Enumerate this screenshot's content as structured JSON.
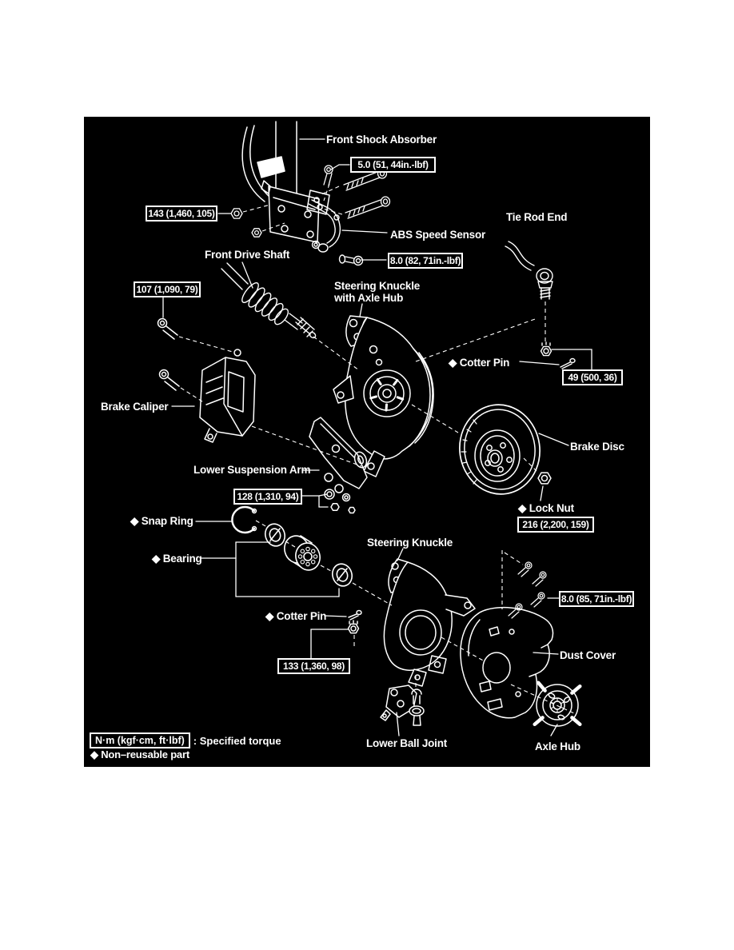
{
  "colors": {
    "canvas_bg": "#000000",
    "ink": "#ffffff",
    "page_bg": "#ffffff"
  },
  "labels": {
    "front_shock_absorber": "Front Shock Absorber",
    "abs_speed_sensor": "ABS Speed Sensor",
    "tie_rod_end": "Tie Rod End",
    "front_drive_shaft": "Front Drive Shaft",
    "steering_knuckle_hub_line1": "Steering Knuckle",
    "steering_knuckle_hub_line2": "with Axle Hub",
    "cotter_pin_upper": "◆ Cotter Pin",
    "brake_caliper": "Brake Caliper",
    "brake_disc": "Brake Disc",
    "lower_suspension_arm": "Lower Suspension Arm",
    "lock_nut": "◆ Lock Nut",
    "snap_ring": "◆ Snap Ring",
    "bearing": "◆ Bearing",
    "steering_knuckle_lower": "Steering Knuckle",
    "cotter_pin_lower": "◆ Cotter Pin",
    "dust_cover": "Dust Cover",
    "lower_ball_joint": "Lower Ball Joint",
    "axle_hub": "Axle Hub"
  },
  "torques": {
    "shock_bracket_bolt": "5.0 (51, 44in.-lbf)",
    "strut_pinch_bolt": "143 (1,460, 105)",
    "abs_sensor_bolt": "8.0 (82, 71in.-lbf)",
    "caliper_bolt": "107 (1,090, 79)",
    "tie_rod_nut": "49 (500, 36)",
    "lower_arm_bolt": "128 (1,310, 94)",
    "axle_lock_nut": "216 (2,200, 159)",
    "dust_cover_bolt": "8.0 (85, 71in.-lbf)",
    "ball_joint_nut": "133 (1,360, 98)"
  },
  "legend": {
    "torque_box": "N·m (kgf·cm, ft·lbf)",
    "torque_note": ": Specified torque",
    "nonreusable_note": "◆ Non–reusable part"
  }
}
